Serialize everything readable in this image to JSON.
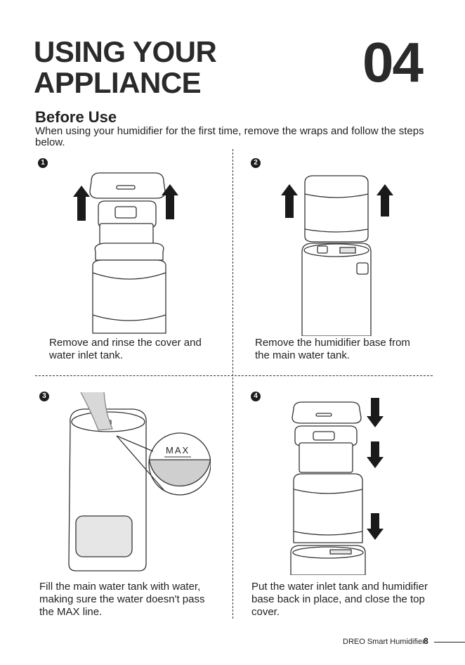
{
  "header": {
    "title_line1": "USING YOUR",
    "title_line2": "APPLIANCE",
    "chapter_number": "04"
  },
  "section": {
    "title": "Before Use",
    "intro": "When using your humidifier for the first time, remove the wraps and follow the steps below."
  },
  "steps": [
    {
      "number": "1",
      "caption": "Remove and rinse the cover and water inlet tank."
    },
    {
      "number": "2",
      "caption": "Remove the humidifier base from the main water tank."
    },
    {
      "number": "3",
      "caption": "Fill the main water tank with water, making sure the water doesn't pass the MAX line."
    },
    {
      "number": "4",
      "caption": "Put the water inlet tank and humidifier base back in place, and close the top cover."
    }
  ],
  "max_label": "MAX",
  "footer": {
    "brand": "DREO Smart Humidifier",
    "page_number": "8"
  }
}
